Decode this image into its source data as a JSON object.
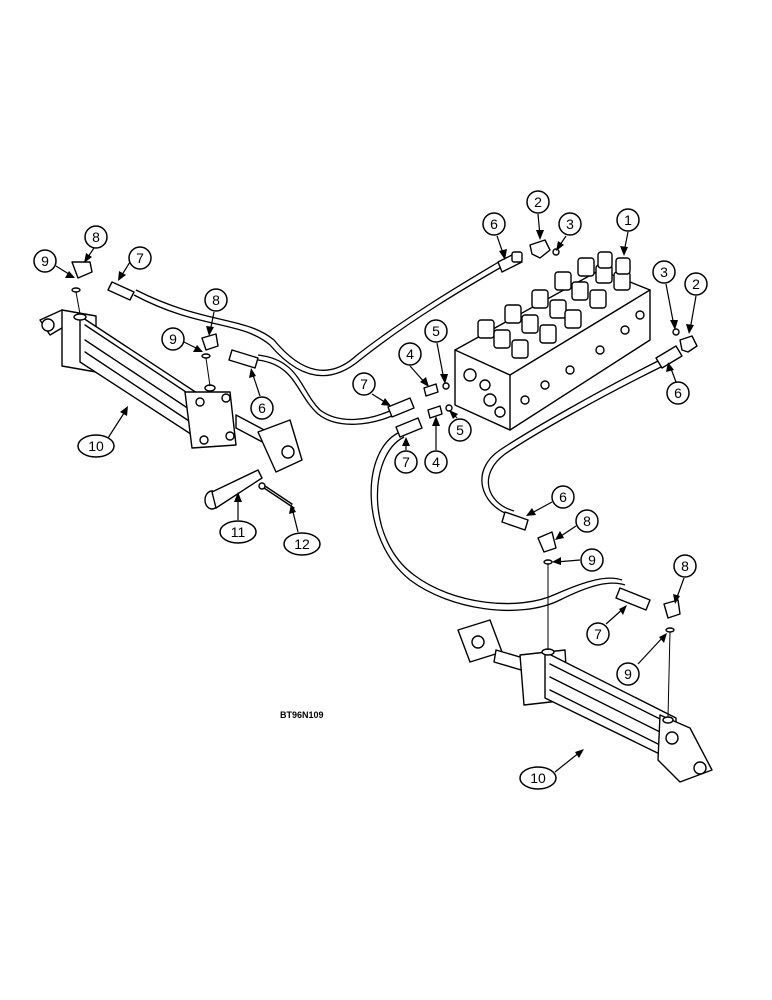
{
  "figure_code": "BT96N109",
  "callouts": {
    "valve_block": "1",
    "elbow_top": "2",
    "oring_top": "3",
    "elbow_right": "2",
    "oring_right": "3",
    "fitting_upper": "4",
    "fitting_lower": "4",
    "oring_upper": "5",
    "oring_lower": "5",
    "coupler_top": "6",
    "coupler_right": "6",
    "coupler_left": "6",
    "coupler_bottom": "6",
    "coupler7_left_top": "7",
    "coupler7_mid_upper": "7",
    "coupler7_mid_lower": "7",
    "coupler7_right": "7",
    "elbow8_left_top": "8",
    "elbow8_left_mid": "8",
    "elbow8_right_top": "8",
    "elbow8_right_low": "8",
    "oring9_left_top": "9",
    "oring9_left_mid": "9",
    "oring9_right_top": "9",
    "oring9_right_low": "9",
    "cylinder_left": "10",
    "cylinder_right": "10",
    "pin": "11",
    "cotter_pin": "12"
  }
}
